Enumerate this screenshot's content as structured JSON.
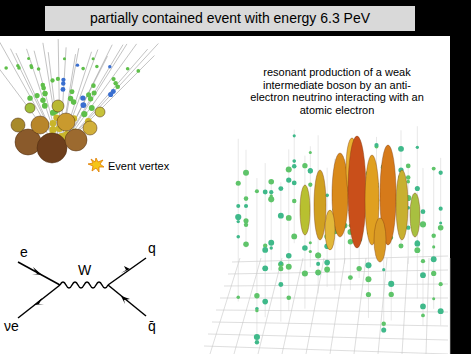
{
  "diagram": {
    "title": "partially contained event with energy 6.3 PeV",
    "labels": [
      "resonant production of a weak intermediate boson by an anti-electron neutrino interacting with an atomic electron",
      "Event vertex",
      "e",
      "νe",
      "W",
      "q",
      "q̄"
    ]
  }
}
